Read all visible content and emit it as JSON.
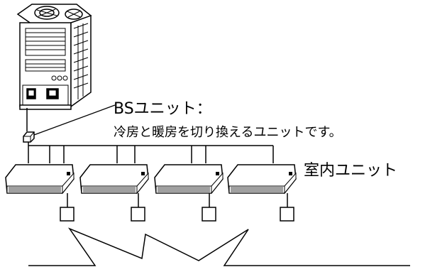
{
  "bs_unit": {
    "title": "BSユニット：",
    "description": "冷房と暖房を切り換えるユニットです。"
  },
  "indoor_unit": {
    "label": "室内ユニット"
  },
  "colors": {
    "line": "#000000",
    "background": "#ffffff"
  }
}
